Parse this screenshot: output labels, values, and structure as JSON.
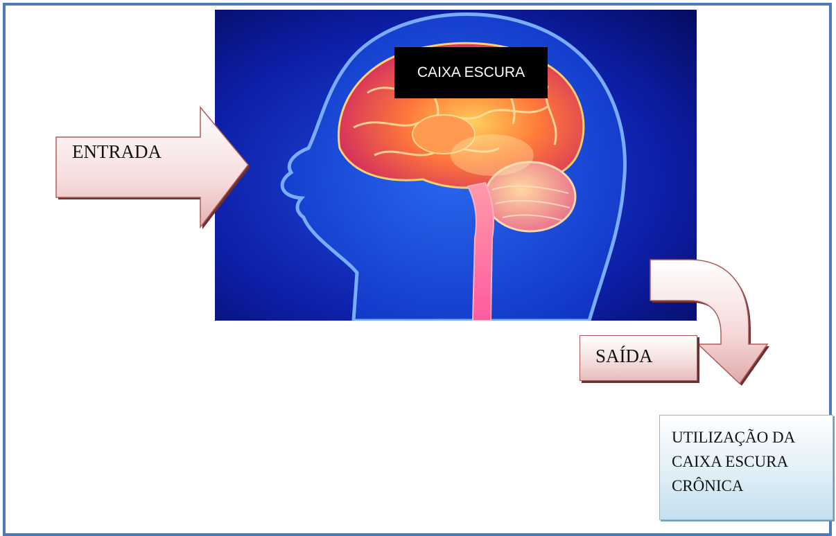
{
  "brain_caption": "CAIXA ESCURA",
  "input_label": "ENTRADA",
  "output_label": "SAÍDA",
  "usage_box": {
    "lines": [
      "UTILIZAÇÃO DA",
      "CAIXA ESCURA",
      "CRÔNICA"
    ]
  },
  "colors": {
    "frame_border": "#4a7ab7",
    "arrow_fill_light": "#ffffff",
    "arrow_fill_dark": "#e4b3b3",
    "arrow_shadow": "#6b3030",
    "usage_box_fill": "#c4e0ee",
    "brain_background": "#0a1a8a",
    "caption_background": "#000000"
  }
}
